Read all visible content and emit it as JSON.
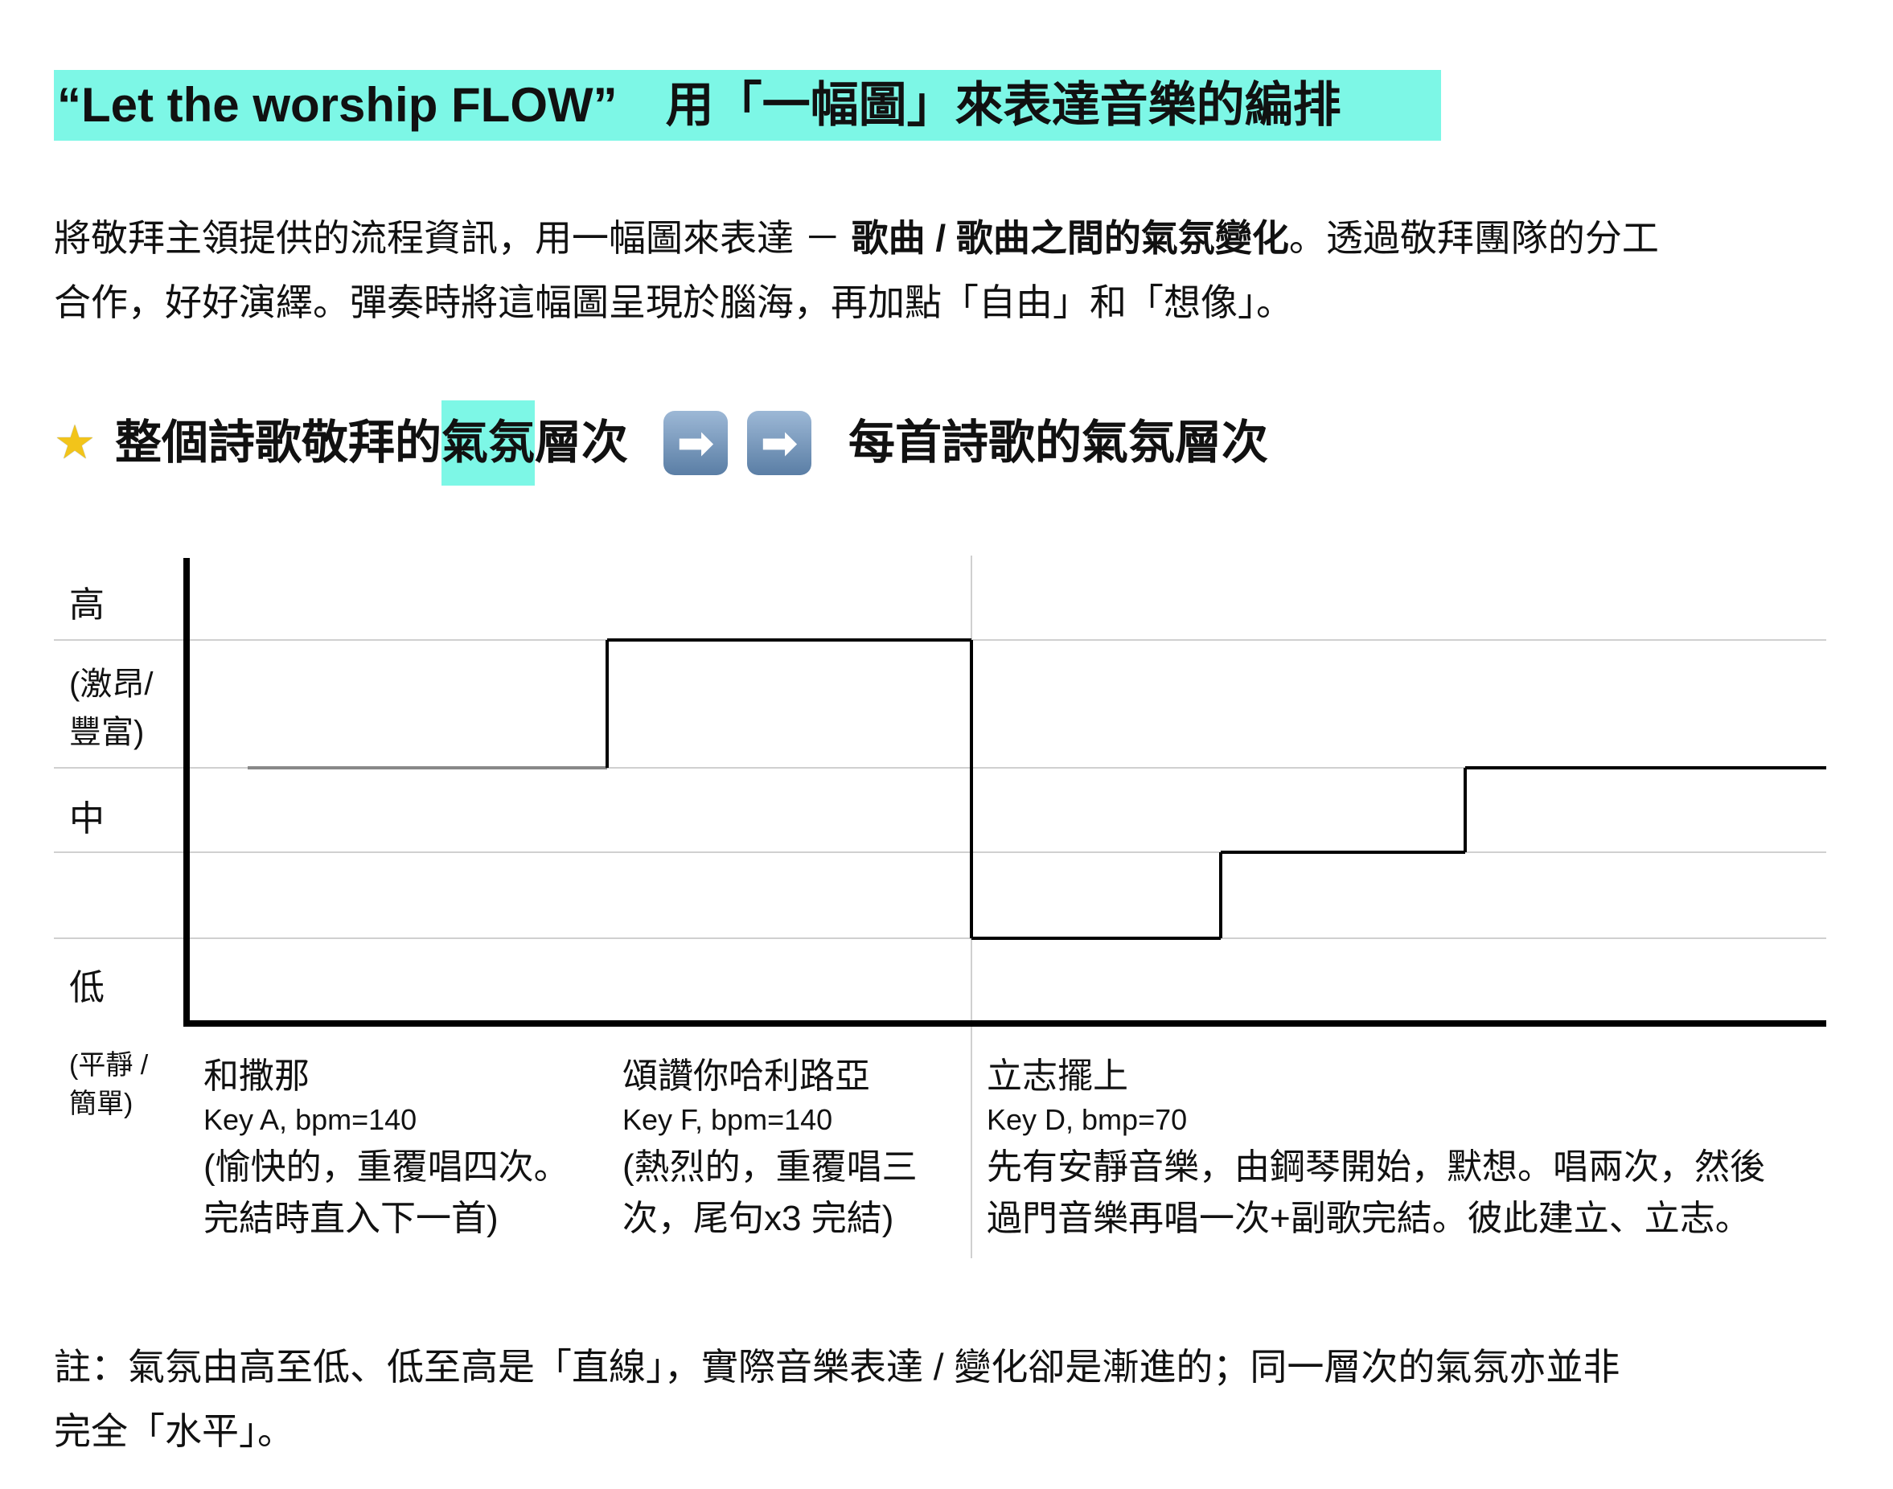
{
  "title": "“Let the worship FLOW”　用「一幅圖」來表達音樂的編排",
  "intro": {
    "line1_a": "將敬拜主領提供的流程資訊，用一幅圖來表達 － ",
    "line1_bold": "歌曲 / 歌曲之間的氣氛變化",
    "line1_b": "。透過敬拜團隊的分工",
    "line2": "合作，好好演繹。彈奏時將這幅圖呈現於腦海，再加點「自由」和「想像」。"
  },
  "heading": {
    "icon": "star-icon",
    "part1": "整個詩歌敬拜的",
    "highlight": "氣氛",
    "part2": "層次",
    "arrow_icon": "right-arrow-icon",
    "arrow_glyph": "➡",
    "part3": "每首詩歌的氣氛層次"
  },
  "chart_data": {
    "type": "line",
    "style": "step",
    "ylabels": {
      "high": "高",
      "high_note_1": "(激昂/",
      "high_note_2": "豐富)",
      "mid": "中",
      "low": "低",
      "low_note_1": "(平靜 /",
      "low_note_2": "簡單)"
    },
    "y_levels": [
      "低",
      "中低",
      "中",
      "高"
    ],
    "segments": [
      {
        "song": 0,
        "level": "中",
        "color": "#888888"
      },
      {
        "song": 1,
        "level": "高",
        "color": "#000000"
      },
      {
        "song": 2,
        "part": 1,
        "level": "低",
        "color": "#000000"
      },
      {
        "song": 2,
        "part": 2,
        "level": "中低",
        "color": "#000000"
      },
      {
        "song": 2,
        "part": 3,
        "level": "中",
        "color": "#000000"
      }
    ]
  },
  "songs": [
    {
      "title": "和撒那",
      "key": "Key A, bpm=140",
      "desc1": "(愉快的，重覆唱四次。",
      "desc2": "完結時直入下一首)"
    },
    {
      "title": "頌讚你哈利路亞",
      "key": "Key F, bpm=140",
      "desc1": "(熱烈的，重覆唱三",
      "desc2": "次，尾句x3 完結)"
    },
    {
      "title": "立志擺上",
      "key": "Key D, bmp=70",
      "desc1": "先有安靜音樂，由鋼琴開始，默想。唱兩次，然後",
      "desc2": "過門音樂再唱一次+副歌完結。彼此建立、立志。"
    }
  ],
  "note": {
    "line1": "註：氣氛由高至低、低至高是「直線」，實際音樂表達 / 變化卻是漸進的；同一層次的氣氛亦並非",
    "line2": "完全「水平」。"
  },
  "colors": {
    "highlight": "#7df7e6",
    "grid": "#d0d0d0"
  }
}
